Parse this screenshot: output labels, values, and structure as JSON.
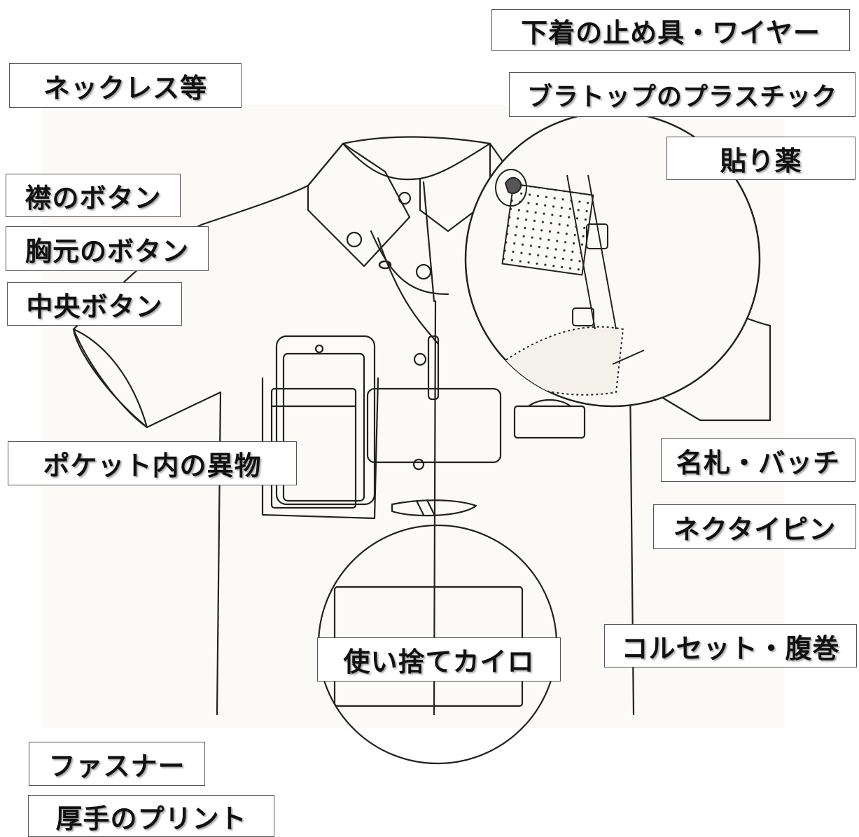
{
  "labels": {
    "underwear_hooks": "下着の止め具・ワイヤー",
    "necklace": "ネックレス等",
    "bratop_plastic": "ブラトップのプラスチック",
    "patch": "貼り薬",
    "collar_button": "襟のボタン",
    "chest_button": "胸元のボタン",
    "center_button": "中央ボタン",
    "pocket_item": "ポケット内の異物",
    "name_badge": "名札・バッチ",
    "tie_pin": "ネクタイピン",
    "corset": "コルセット・腹巻",
    "heat_pack": "使い捨てカイロ",
    "fastener": "ファスナー",
    "thick_print": "厚手のプリント"
  }
}
